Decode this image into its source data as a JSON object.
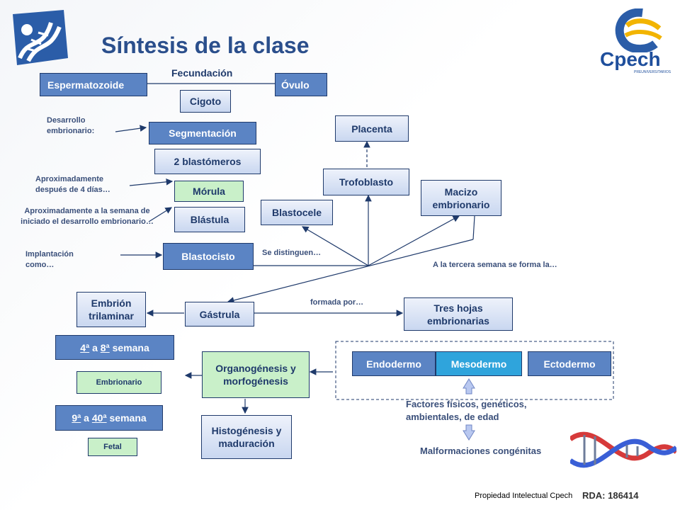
{
  "title": "Síntesis de la clase",
  "brand": {
    "name": "Cpech",
    "tagline": "PREUNIVERSITARIOS",
    "footer": "Propiedad Intelectual Cpech",
    "rda": "RDA: 186414"
  },
  "fertilization": {
    "label": "Fecundación",
    "sperm": "Espermatozoide",
    "ovum": "Óvulo",
    "zygote": "Cigoto"
  },
  "development": {
    "label": "Desarrollo embrionario:",
    "segmentation": "Segmentación",
    "blastomeres": "2 blastómeros",
    "after4_label": "Aproximadamente después de 4 días…",
    "morula": "Mórula",
    "week_label": "Aproximadamente a la semana de iniciado el desarrollo embrionario…",
    "blastula": "Blástula",
    "implant_label": "Implantación como…",
    "blastocyst": "Blastocisto",
    "distinguish_label": "Se distinguen…",
    "blastocele": "Blastocele",
    "trophoblast": "Trofoblasto",
    "placenta": "Placenta",
    "inner_mass": "Macizo embrionario",
    "third_week_label": "A la tercera semana se forma la…"
  },
  "gastrulation": {
    "gastrula": "Gástrula",
    "trilaminar": "Embrión trilaminar",
    "formed_by": "formada por…",
    "three_layers": "Tres hojas embrionarias",
    "endoderm": "Endodermo",
    "mesoderm": "Mesodermo",
    "ectoderm": "Ectodermo"
  },
  "periods": {
    "embryonic_weeks": {
      "start": "4ª",
      "mid": " a ",
      "end": "8ª",
      "suffix": " semana"
    },
    "embryonic": "Embrionario",
    "fetal_weeks": {
      "start": "9ª",
      "mid": " a ",
      "end": "40ª",
      "suffix": " semana"
    },
    "fetal": "Fetal"
  },
  "organogenesis": "Organogénesis y morfogénesis",
  "histogenesis": "Histogénesis y maduración",
  "factors": "Factores físicos, genéticos, ambientales, de edad",
  "malformations": "Malformaciones congénitas",
  "colors": {
    "box_blue": "#5b84c4",
    "text_navy": "#1f3a6b",
    "green": "#c9f0c9",
    "title": "#2b4f8c"
  }
}
